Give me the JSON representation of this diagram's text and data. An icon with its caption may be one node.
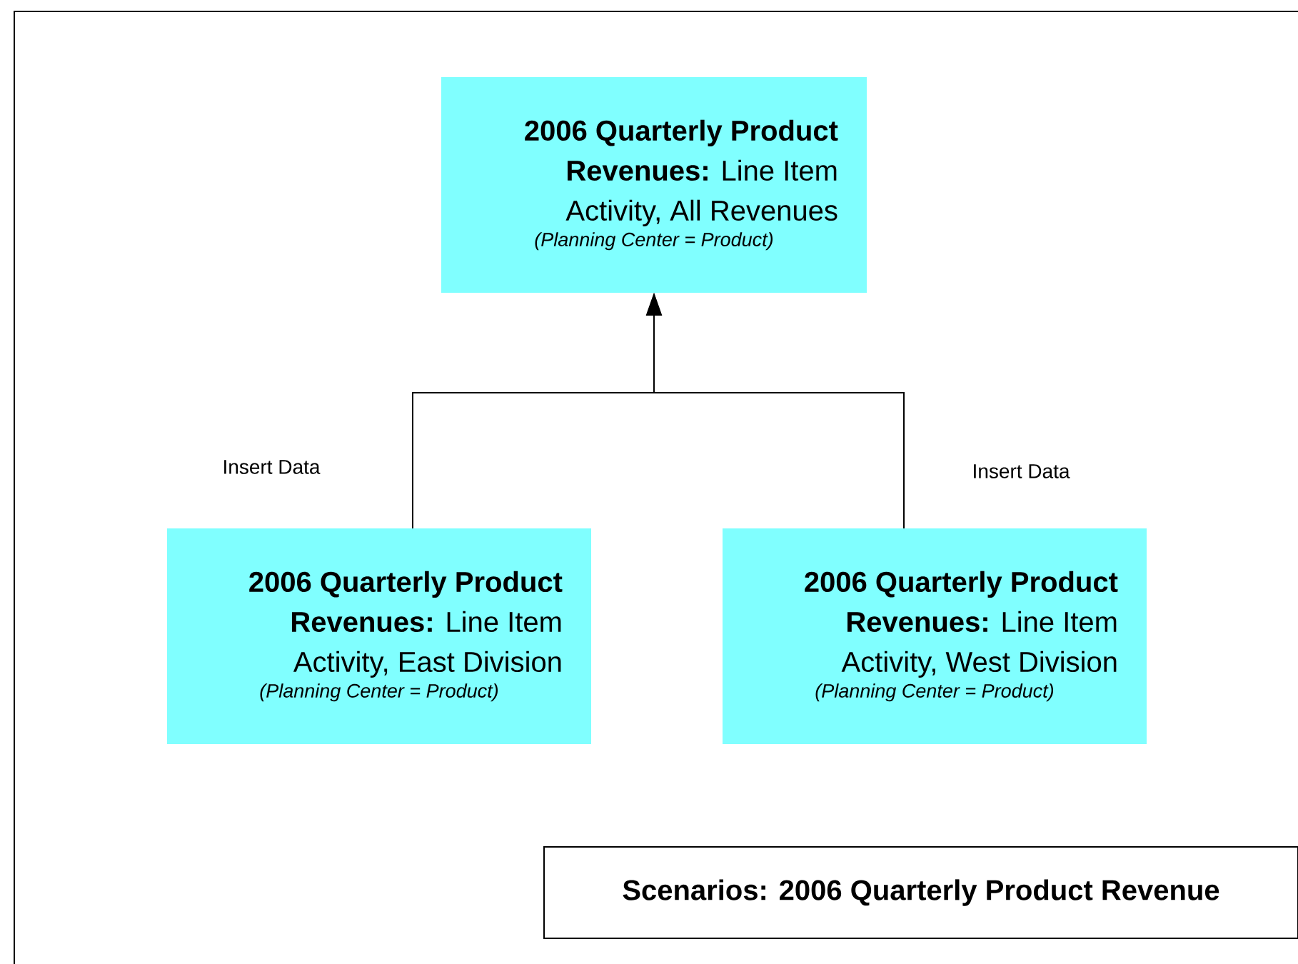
{
  "diagram": {
    "nodes": [
      {
        "text": [
          "**2006 Quarterly Product Revenues:** Line Item Activity, All Revenues",
          "(Planning Center = Product)"
        ]
      },
      {
        "text": [
          "**2006 Quarterly Product Revenues:** Line Item Activity, East Division",
          "(Planning Center = Product)"
        ]
      },
      {
        "text": [
          "**2006 Quarterly Product Revenues:** Line Item Activity, West Division",
          "(Planning Center = Product)"
        ]
      },
      {
        "text": [
          "Scenarios: 2006 Quarterly Product Revenue"
        ]
      }
    ],
    "edges": [
      {
        "from": 1,
        "to": 0,
        "arrow": "to",
        "label": "Insert Data"
      },
      {
        "from": 2,
        "to": 0,
        "arrow": "to",
        "label": "Insert Data"
      }
    ]
  }
}
